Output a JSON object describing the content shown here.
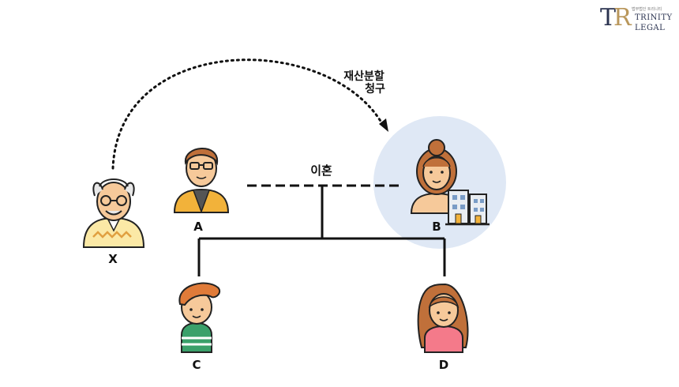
{
  "logo": {
    "mark": "TR",
    "small_text": "법무법인 트리니티",
    "name_line1": "TRINITY",
    "name_line2": "LEGAL"
  },
  "claim_label": {
    "line1": "재산분할",
    "line2": "청구"
  },
  "divorce_label": "이혼",
  "people": {
    "x": "X",
    "a": "A",
    "b": "B",
    "c": "C",
    "d": "D"
  },
  "colors": {
    "highlight": "#dfe8f5",
    "line": "#111111",
    "skin": "#f6c99a",
    "hair_brown": "#c0703a",
    "hair_orange": "#e07b39"
  }
}
